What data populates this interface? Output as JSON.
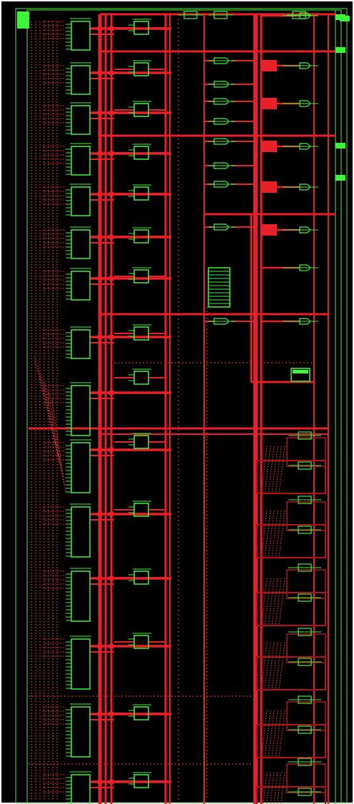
{
  "colors": {
    "background": "#000000",
    "frame": "#ffffff",
    "wire": "#e8202a",
    "wire_dark": "#b51218",
    "cell": "#3ff23a",
    "pin_dots": "#ff3a3a"
  },
  "diagram": {
    "kind": "gate-level schematic",
    "left_block_count": 16,
    "register_cell_count": 14,
    "right_mux_count": 14,
    "output_port_count": 5
  },
  "icons": {
    "input_port": "input-port-icon",
    "output_port": "output-port-icon",
    "gate": "logic-gate-icon",
    "register": "register-icon"
  }
}
